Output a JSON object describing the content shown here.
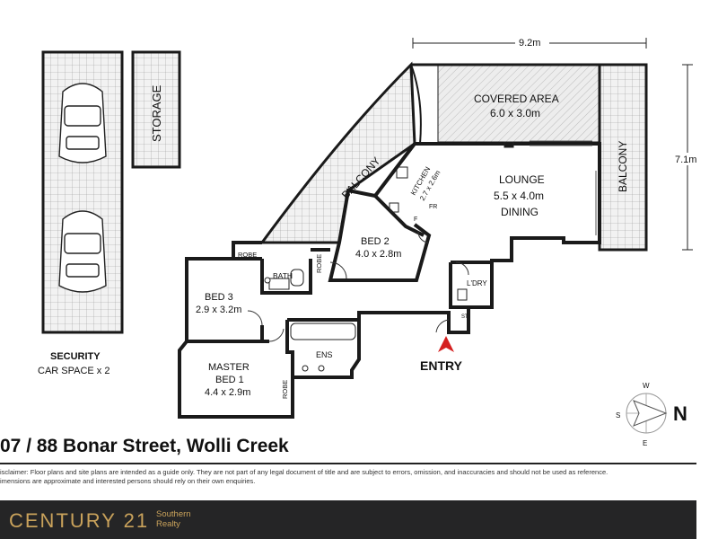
{
  "plan": {
    "dims": {
      "width": "9.2m",
      "height": "7.1m"
    },
    "rooms": {
      "covered_area": {
        "name": "COVERED AREA",
        "size": "6.0 x 3.0m"
      },
      "lounge": {
        "name1": "LOUNGE",
        "size": "5.5 x 4.0m",
        "name2": "DINING"
      },
      "kitchen": {
        "name": "KITCHEN",
        "size": "2.7 x 2.6m",
        "f": "F",
        "fr": "FR"
      },
      "balcony_left": "BALCONY",
      "balcony_right": "BALCONY",
      "bed2": {
        "name": "BED 2",
        "size": "4.0 x 2.8m"
      },
      "bed3": {
        "name": "BED 3",
        "size": "2.9 x 3.2m"
      },
      "master": {
        "name1": "MASTER",
        "name2": "BED 1",
        "size": "4.4 x 2.9m"
      },
      "robe_top": "ROBE",
      "robe_bed2": "ROBE",
      "robe_master": "ROBE",
      "bath": "BATH",
      "ens": "ENS",
      "ldry": "L'DRY",
      "st": "ST",
      "storage": "STORAGE"
    },
    "security": {
      "title": "SECURITY",
      "subtitle": "CAR SPACE x 2"
    },
    "entry": "ENTRY",
    "compass": {
      "n": "N",
      "w": "W",
      "s": "S",
      "e": "E"
    }
  },
  "address": "07 / 88 Bonar Street, Wolli Creek",
  "disclaimer": {
    "line1": "isclaimer: Floor plans and site plans are intended as a guide only. They are not part of any legal document of title and are subject to errors, omission, and inaccuracies and should not be used as reference.",
    "line2": "imensions are approximate and interested persons should rely on their own enquiries."
  },
  "brand": {
    "main": "CENTURY 21",
    "sub1": "Southern",
    "sub2": "Realty"
  },
  "colors": {
    "brand_gold": "#c9a25b",
    "footer_bg": "#252526",
    "wall": "#1a1a1a",
    "grid_fill": "#dcdcdc"
  }
}
